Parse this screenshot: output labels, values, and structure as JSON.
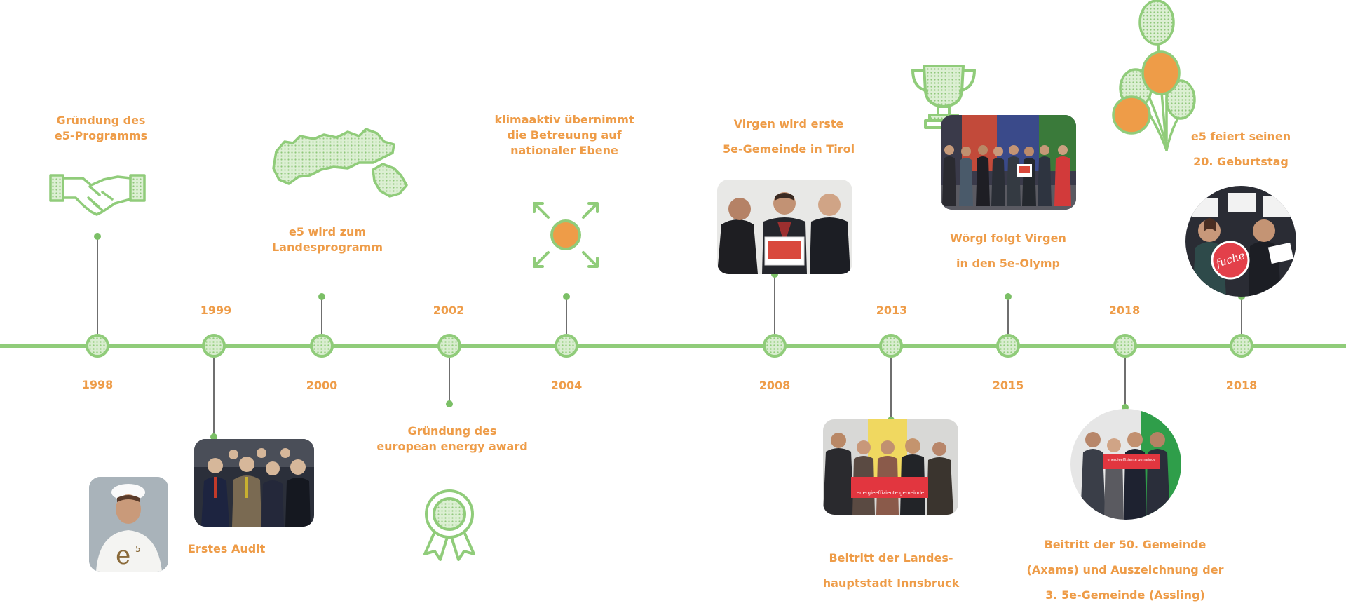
{
  "events": [
    {
      "year": "1998",
      "label": [
        "Gründung des",
        "e5-Programms"
      ]
    },
    {
      "year": "1999",
      "label": [
        "Erstes Audit"
      ]
    },
    {
      "year": "2000",
      "label": [
        "e5 wird zum",
        "Landesprogramm"
      ]
    },
    {
      "year": "2002",
      "label": [
        "Gründung des",
        "european energy award"
      ]
    },
    {
      "year": "2004",
      "label": [
        "klimaaktiv übernimmt",
        "die Betreuung auf",
        "nationaler Ebene"
      ]
    },
    {
      "year": "2008",
      "label": [
        "Virgen wird erste",
        "5e-Gemeinde in Tirol"
      ]
    },
    {
      "year": "2013",
      "label": [
        "Beitritt der Landes-",
        "hauptstadt Innsbruck"
      ]
    },
    {
      "year": "2015",
      "label": [
        "Wörgl folgt Virgen",
        "in den 5e-Olymp"
      ]
    },
    {
      "year": "2018",
      "label": [
        "Beitritt der 50. Gemeinde",
        "(Axams) und Auszeichnung der",
        "3. 5e-Gemeinde (Assling)"
      ]
    },
    {
      "year": "2018",
      "label": [
        "e5 feiert seinen",
        "20. Geburtstag"
      ]
    }
  ],
  "top_years": [
    "1999",
    "2002",
    "2013",
    "2018"
  ],
  "photos": {
    "virgen_sign": "",
    "innsbruck_sign": "energieeffiziente gemeinde",
    "assling_sign": "energieeffiziente gemeinde",
    "birthday_sign": "fuche",
    "e5_logo": "e",
    "e5_logo_sup": "5"
  },
  "colors": {
    "accent": "#ee9c48",
    "green": "#90cc7a",
    "line": "#6f6f6f"
  }
}
